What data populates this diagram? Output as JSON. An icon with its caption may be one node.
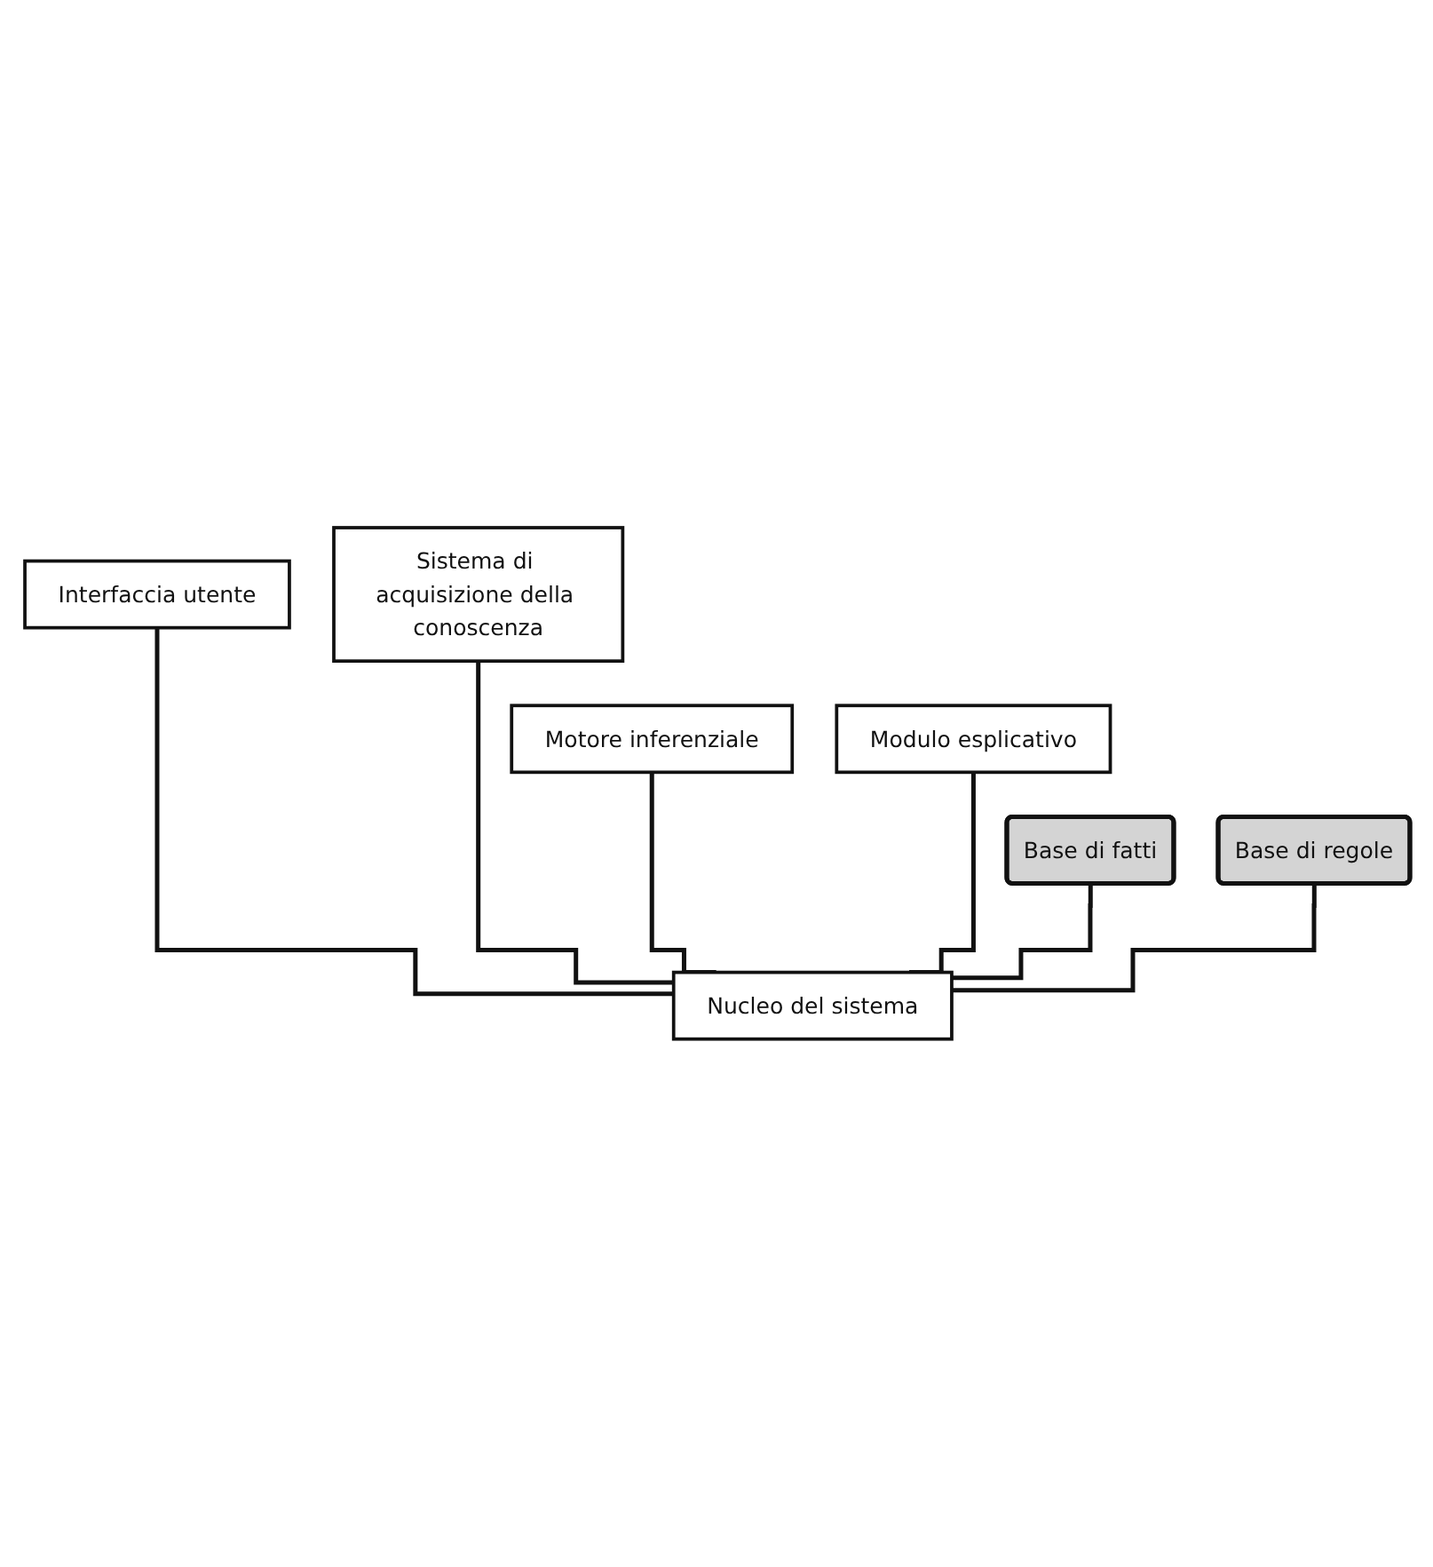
{
  "diagram": {
    "nodes": [
      {
        "text": [
          "Interfaccia utente"
        ]
      },
      {
        "text": [
          "Sistema di acquisizione della conoscenza"
        ]
      },
      {
        "text": [
          "Motore inferenziale"
        ]
      },
      {
        "text": [
          "Modulo esplicativo"
        ]
      },
      {
        "text": [
          "Base di fatti"
        ]
      },
      {
        "text": [
          "Base di regole"
        ]
      },
      {
        "text": [
          "Nucleo del sistema"
        ]
      }
    ],
    "edges": [
      {
        "from": 0,
        "to": 6,
        "arrow": "none"
      },
      {
        "from": 1,
        "to": 6,
        "arrow": "none"
      },
      {
        "from": 2,
        "to": 6,
        "arrow": "none"
      },
      {
        "from": 3,
        "to": 6,
        "arrow": "none"
      },
      {
        "from": 4,
        "to": 6,
        "arrow": "none"
      },
      {
        "from": 5,
        "to": 6,
        "arrow": "none"
      }
    ]
  }
}
